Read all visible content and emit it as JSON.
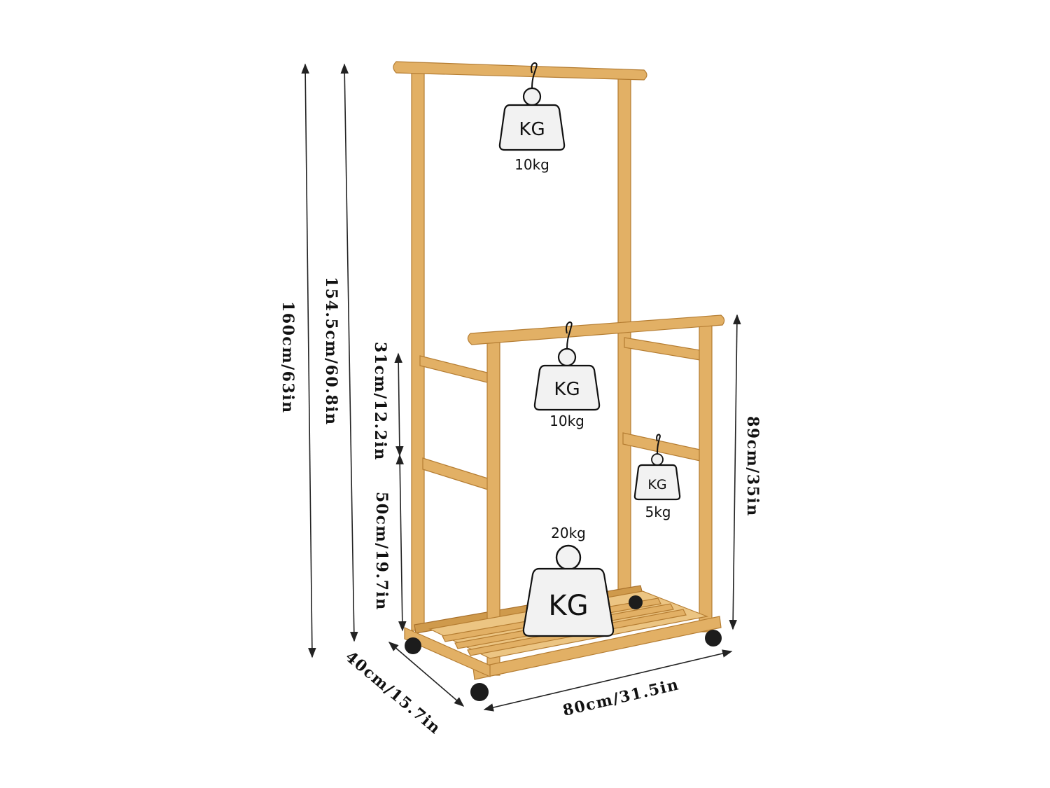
{
  "dimensions": {
    "total_height": "160cm/63in",
    "rail_height": "154.5cm/60.8in",
    "upper_gap": "31cm/12.2in",
    "lower_gap": "50cm/19.7in",
    "low_rail_height": "89cm/35in",
    "depth": "40cm/15.7in",
    "width": "80cm/31.5in"
  },
  "weights": {
    "top_rail": {
      "icon_text": "KG",
      "label": "10kg"
    },
    "middle_rail": {
      "icon_text": "KG",
      "label": "10kg"
    },
    "side_bar": {
      "icon_text": "KG",
      "label": "5kg"
    },
    "bottom_shelf": {
      "icon_text": "KG",
      "label": "20kg"
    }
  },
  "colors": {
    "wood": "#e2b065",
    "wood_edge": "#b57d32",
    "lines": "#222222"
  }
}
